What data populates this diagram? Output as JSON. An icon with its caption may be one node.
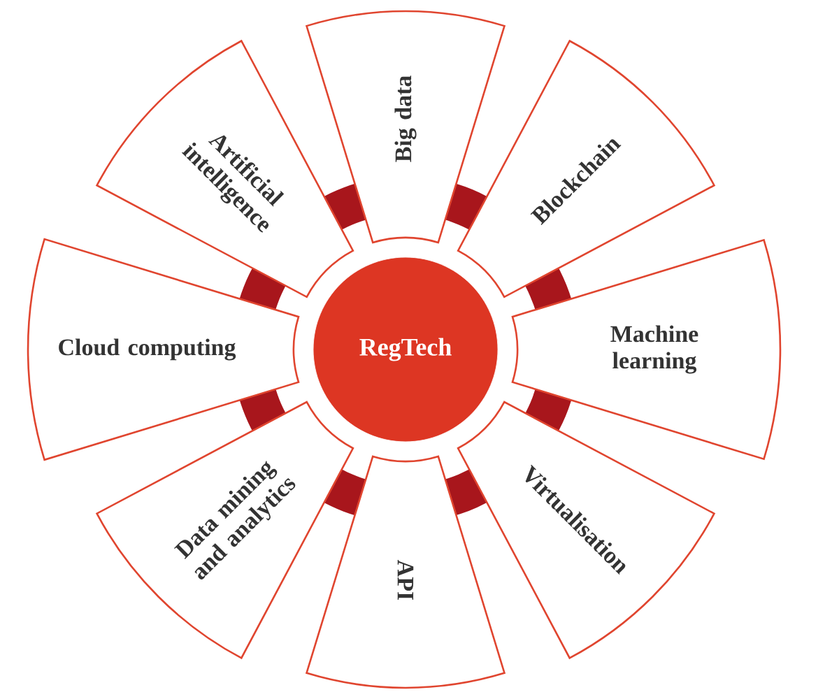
{
  "diagram": {
    "nodes": [
      {
        "text": [
          "RegTech"
        ]
      },
      {
        "text": [
          "Big data"
        ]
      },
      {
        "text": [
          "Blockchain"
        ]
      },
      {
        "text": [
          "Machine learning"
        ]
      },
      {
        "text": [
          "Virtualisation"
        ]
      },
      {
        "text": [
          "API"
        ]
      },
      {
        "text": [
          "Data mining and analytics"
        ]
      },
      {
        "text": [
          "Cloud computing"
        ]
      },
      {
        "text": [
          "Artificial intelligence"
        ]
      }
    ]
  }
}
